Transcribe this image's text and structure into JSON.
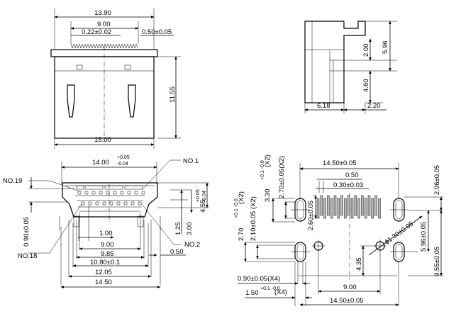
{
  "top_view": {
    "width_overall": "13.90",
    "pitch_span": "9.00",
    "pin_width": "0.22±0.02",
    "pin_pitch": "0.50±0.05",
    "height": "11.55",
    "width_body": "15.00"
  },
  "side_view": {
    "dim_a": "2.00",
    "dim_b": "5.96",
    "dim_c": "4.60",
    "depth": "6.18",
    "tail": "2.20"
  },
  "front_view": {
    "width_main": "14.00",
    "width_tol_plus": "+0.05",
    "width_tol_minus": "-0.04",
    "label_no1": "NO.1",
    "label_no19": "NO.19",
    "label_no2": "NO.2",
    "label_no18": "NO.18",
    "height_main": "4.55",
    "height_tol_plus": "+0.05",
    "height_tol_minus": "-0.04",
    "dim_090": "0.90±0.05",
    "dim_125": "1.25",
    "dim_300": "3.00",
    "dim_100": "1.00",
    "dim_900": "9.00",
    "dim_985": "9.85",
    "dim_050": "0.50",
    "dim_1080": "10.80±0.1",
    "dim_1205": "12.05",
    "dim_1450": "14.50"
  },
  "pcb_layout": {
    "span_top": "14.50±0.05",
    "pitch": "0.50",
    "pad_width": "0.30±0.03",
    "slot_len_a": "3.30",
    "slot_len_a_tol": "+0.1 -0.0",
    "slot_len_a_qty": "(X2)",
    "slot_w_a": "2.70±0.05(X2)",
    "pad_len": "2.60±0.05",
    "slot_len_b": "2.70",
    "slot_len_b_tol": "+0.1 -0.0",
    "slot_len_b_qty": "(X2)",
    "slot_w_b": "2.10±0.05 (X2)",
    "dim_206": "2.06±0.05",
    "hole_dia": "ϕ1.30±0.05",
    "dim_596": "5.96±0.05",
    "dim_955": "9.55±0.05",
    "dim_435": "4.35",
    "slot_width_small": "0.90±0.05(X4)",
    "slot_width_big": "1.50",
    "slot_width_big_tol": "+0.1 -0.0",
    "slot_width_big_qty": "(X4)",
    "hole_span": "9.00",
    "span_bottom": "14.50±0.05"
  }
}
